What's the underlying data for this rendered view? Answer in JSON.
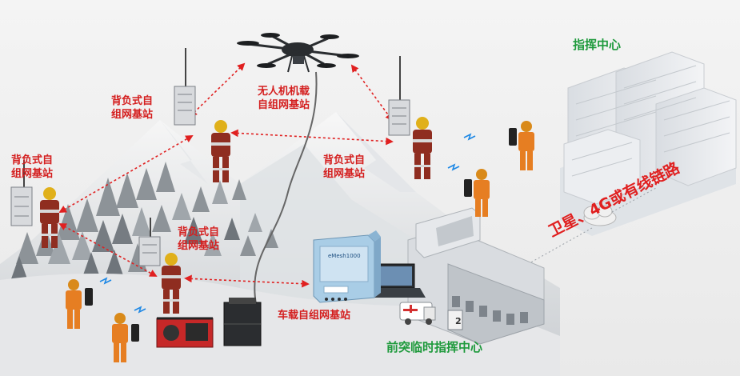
{
  "labels": {
    "command_center": "指挥中心",
    "uav_station_line1": "无人机机载",
    "uav_station_line2": "自组网基站",
    "backpack_station_line1": "背负式自",
    "backpack_station_line2": "组网基站",
    "backpack_station_b_line1": "背负式自",
    "backpack_station_b_line2": "组网基站",
    "backpack_station_c_line1": "背负式自",
    "backpack_station_c_line2": "组网基站",
    "backpack_station_d_line1": "背负式自",
    "backpack_station_d_line2": "组网基站",
    "vehicle_station": "车载自组网基站",
    "forward_command": "前突临时指挥中心",
    "link_label": "卫星、4G或有线链路",
    "device_brand": "eMesh1000",
    "ambulance_number": "2"
  },
  "colors": {
    "label_red": "#d41e1e",
    "label_green": "#1e9a3c",
    "link_red": "#e01f1f",
    "firefighter_orange": "#e67e22",
    "firefighter_dark": "#8f2d20",
    "device_panel": "#a9cde6",
    "mountain": "#d5d8dc",
    "tree": "#8d9398"
  }
}
